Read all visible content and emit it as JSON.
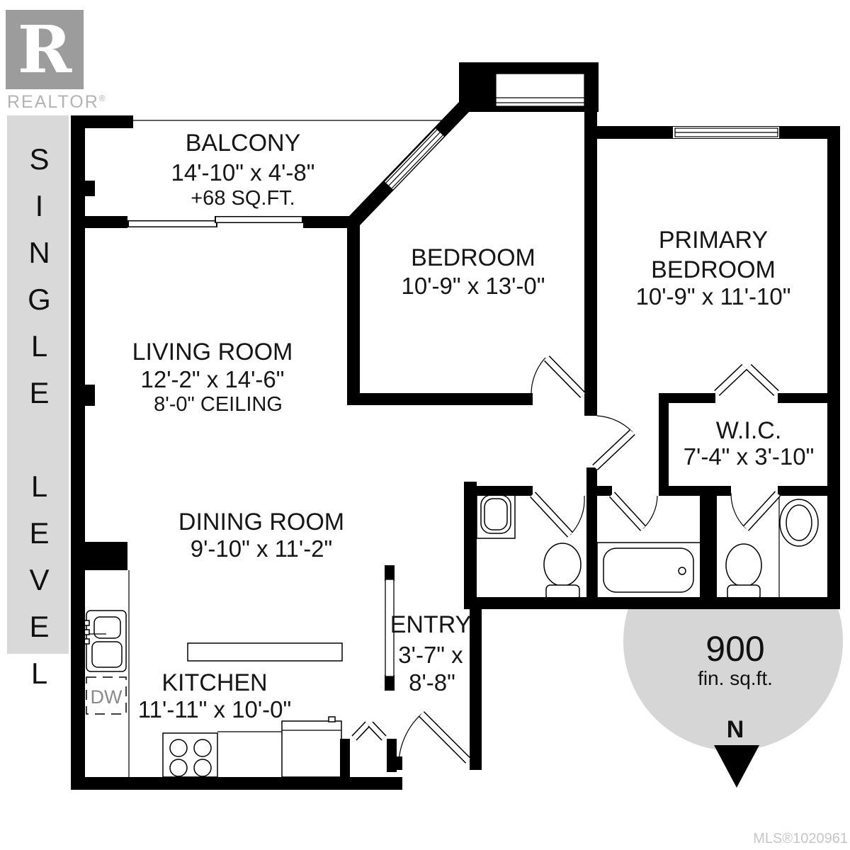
{
  "branding": {
    "logo_letter": "R",
    "logo_text": "REALTOR",
    "logo_reg": "®"
  },
  "side_label": {
    "text": "SINGLE LEVEL"
  },
  "rooms": {
    "balcony": {
      "name": "BALCONY",
      "dims": "14'-10\" x 4'-8\"",
      "area": "+68 SQ.FT."
    },
    "bedroom": {
      "name": "BEDROOM",
      "dims": "10'-9\" x 13'-0\""
    },
    "primary_bedroom": {
      "name_line1": "PRIMARY",
      "name_line2": "BEDROOM",
      "dims": "10'-9\" x 11'-10\""
    },
    "living_room": {
      "name": "LIVING ROOM",
      "dims": "12'-2\" x 14'-6\"",
      "ceiling": "8'-0\" CEILING"
    },
    "wic": {
      "name": "W.I.C.",
      "dims": "7'-4\" x 3'-10\""
    },
    "dining_room": {
      "name": "DINING ROOM",
      "dims": "9'-10\" x 11'-2\""
    },
    "entry": {
      "name": "ENTRY",
      "dims_line1": "3'-7\" x",
      "dims_line2": "8'-8\""
    },
    "kitchen": {
      "name": "KITCHEN",
      "dims": "11'-11\" x 10'-0\"",
      "dishwasher_label": "DW"
    }
  },
  "area_badge": {
    "value": "900",
    "unit": "fin. sq.ft."
  },
  "compass": {
    "label": "N"
  },
  "footer": {
    "mls": "MLS®1020961"
  },
  "colors": {
    "wall": "#000000",
    "panel_gray": "#d9d9d9",
    "circle_gray": "#d6d6d6",
    "logo_gray": "#9c9c9c",
    "light_text": "#c6c6c6"
  }
}
